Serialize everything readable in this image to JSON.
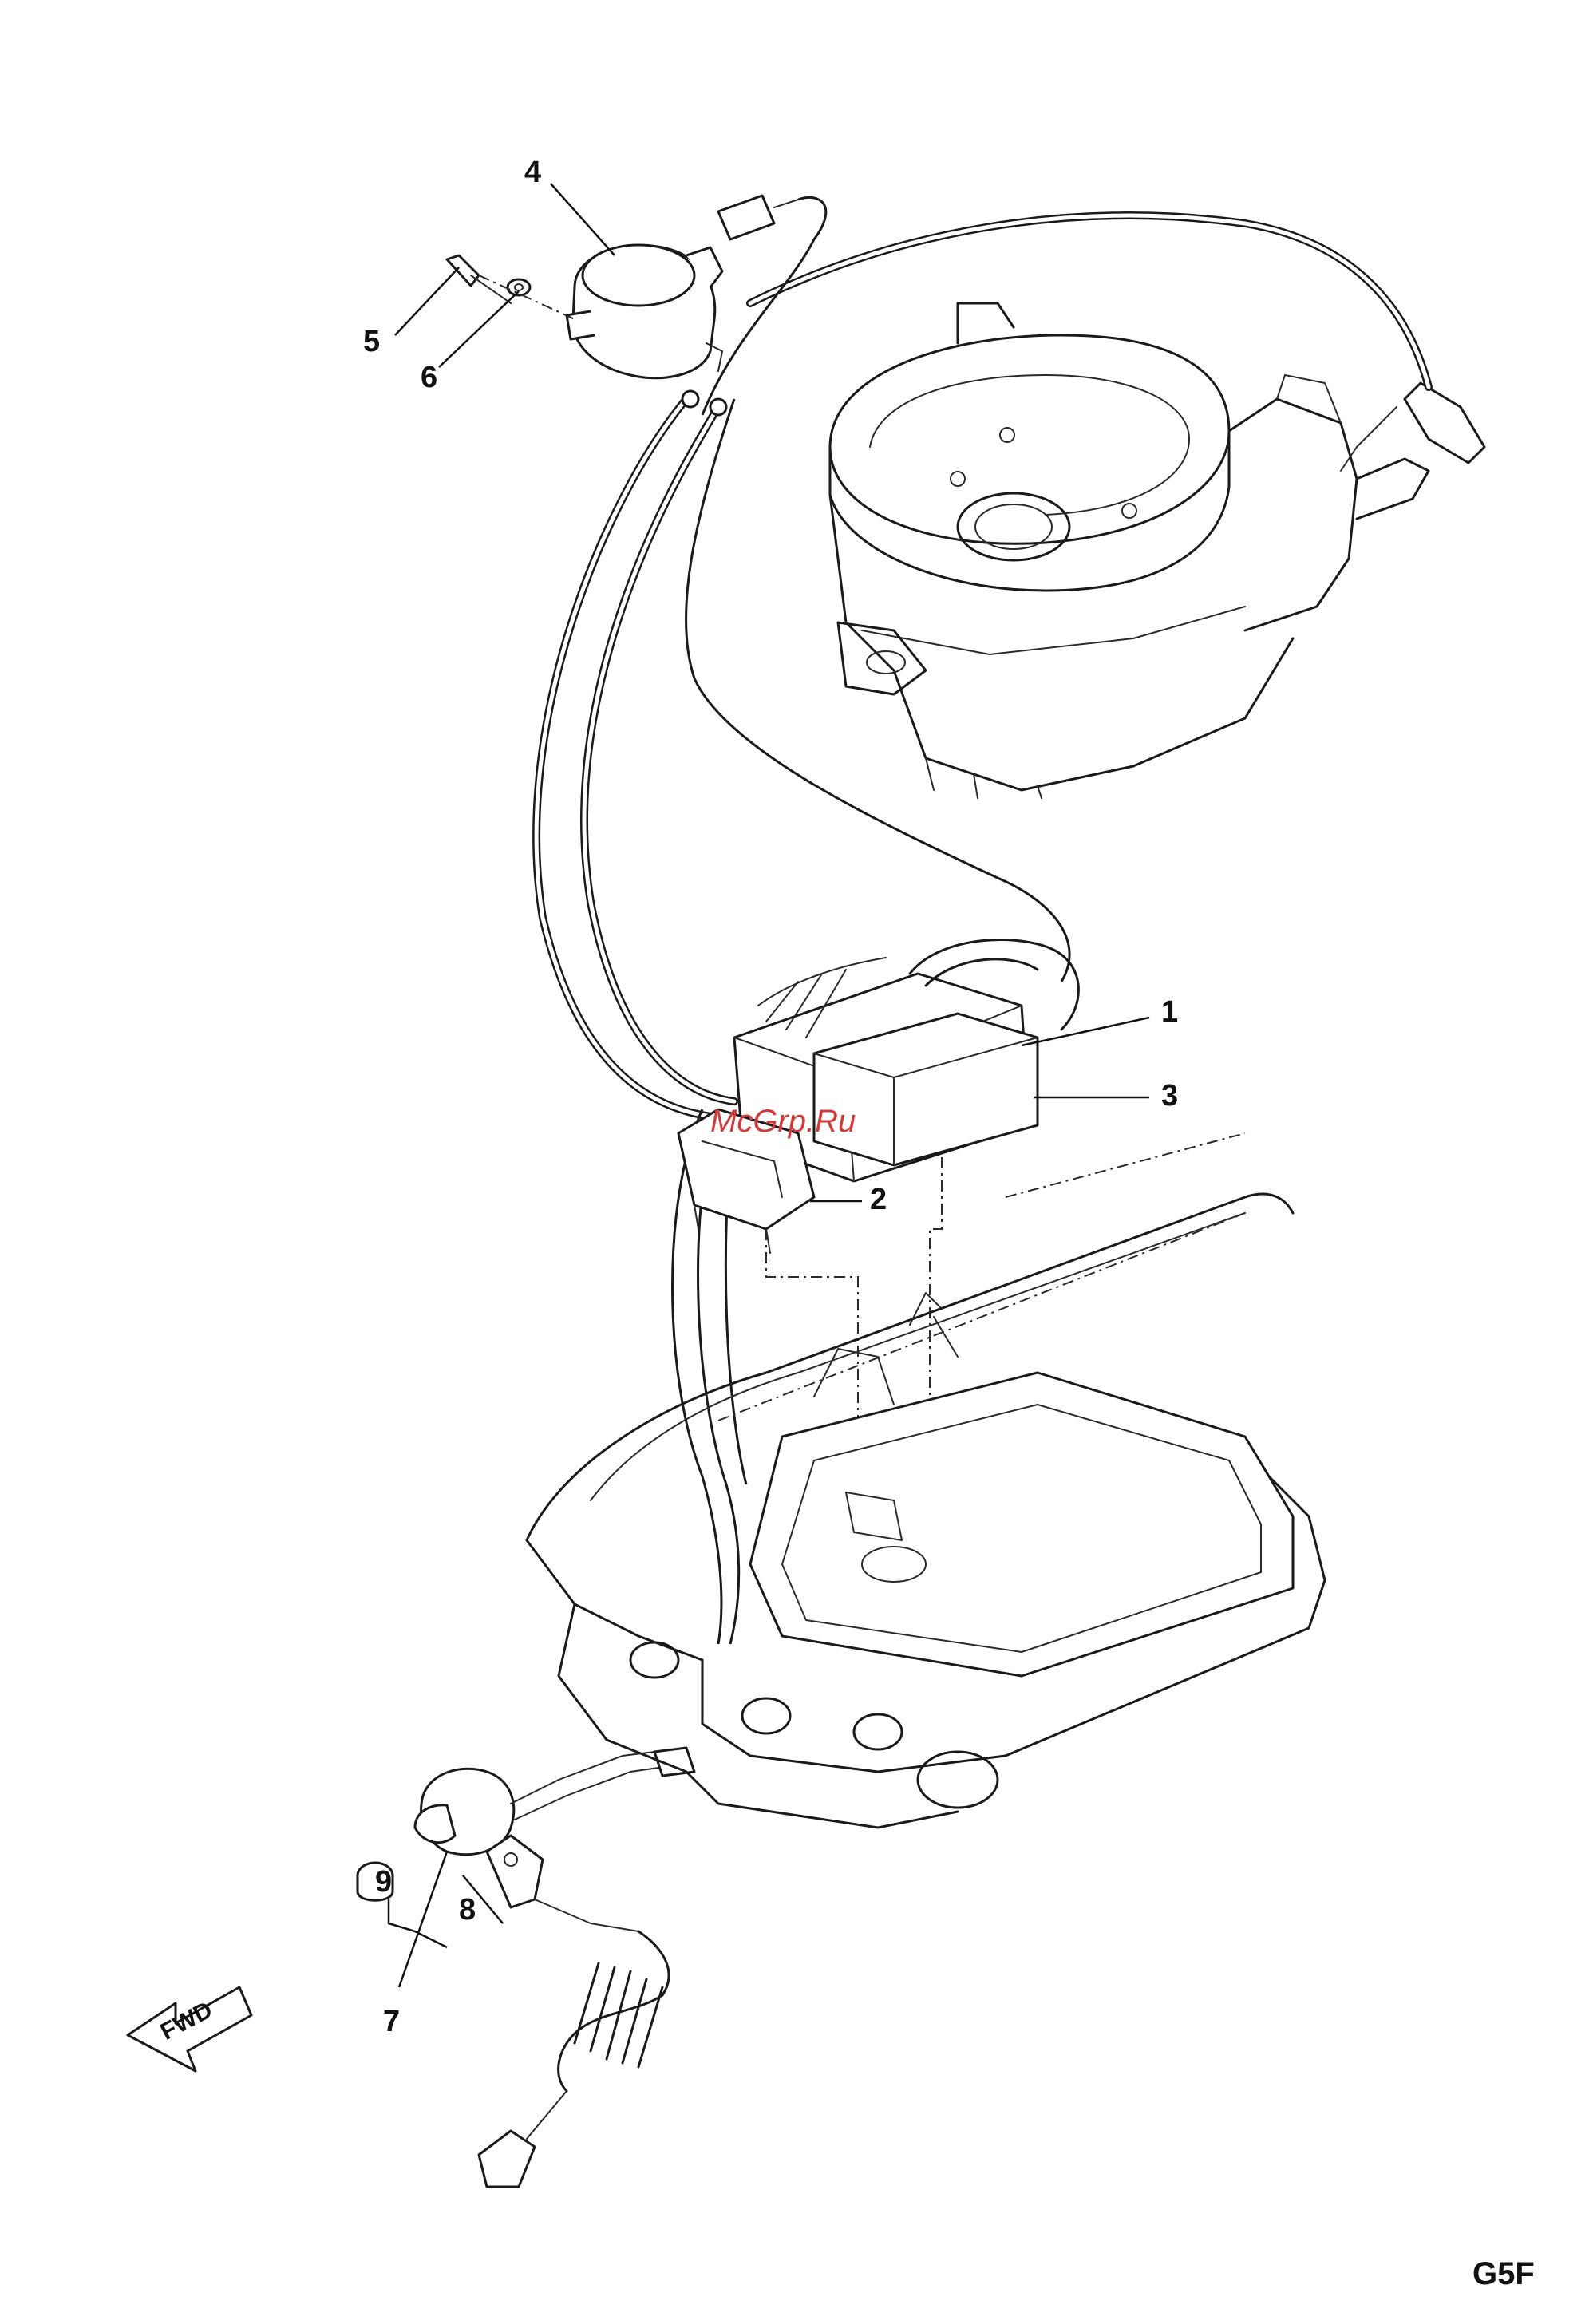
{
  "callouts": {
    "c1": "1",
    "c2": "2",
    "c3": "3",
    "c4": "4",
    "c5": "5",
    "c6": "6",
    "c7": "7",
    "c8": "8",
    "c9": "9"
  },
  "watermark": "McGrp.Ru",
  "direction_label": "FWD",
  "diagram_code": "G5F"
}
